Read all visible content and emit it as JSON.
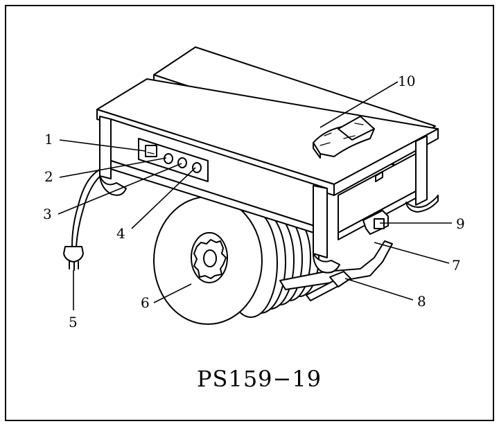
{
  "drawing": {
    "caption": "PS159−19",
    "callouts": {
      "c1": "1",
      "c2": "2",
      "c3": "3",
      "c4": "4",
      "c5": "5",
      "c6": "6",
      "c7": "7",
      "c8": "8",
      "c9": "9",
      "c10": "10"
    }
  }
}
